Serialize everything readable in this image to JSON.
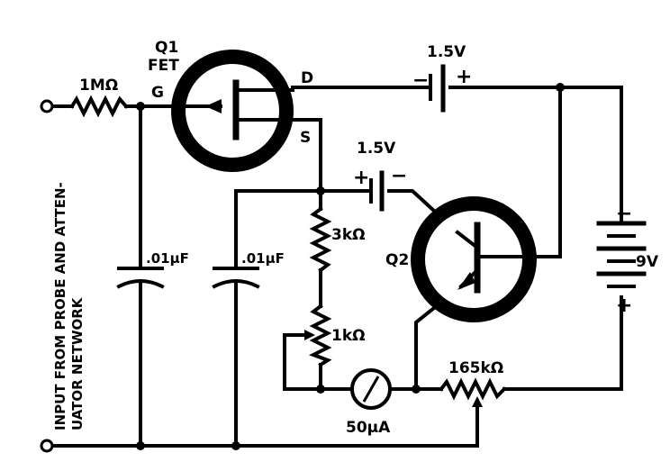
{
  "labels": {
    "q1_name": "Q1",
    "q1_type": "FET",
    "gate": "G",
    "drain": "D",
    "source": "S",
    "r_gate": "1MΩ",
    "c1": ".01μF",
    "c2": ".01μF",
    "battery_top": "1.5V",
    "battery_mid": "1.5V",
    "battery_main": "9V",
    "r_3k": "3kΩ",
    "r_1k": "1kΩ",
    "q2_name": "Q2",
    "meter": "50μA",
    "r_165k": "165kΩ",
    "input_line1": "INPUT FROM PROBE AND ATTEN-",
    "input_line2": "UATOR NETWORK"
  },
  "signs": {
    "plus": "+",
    "minus": "−"
  }
}
